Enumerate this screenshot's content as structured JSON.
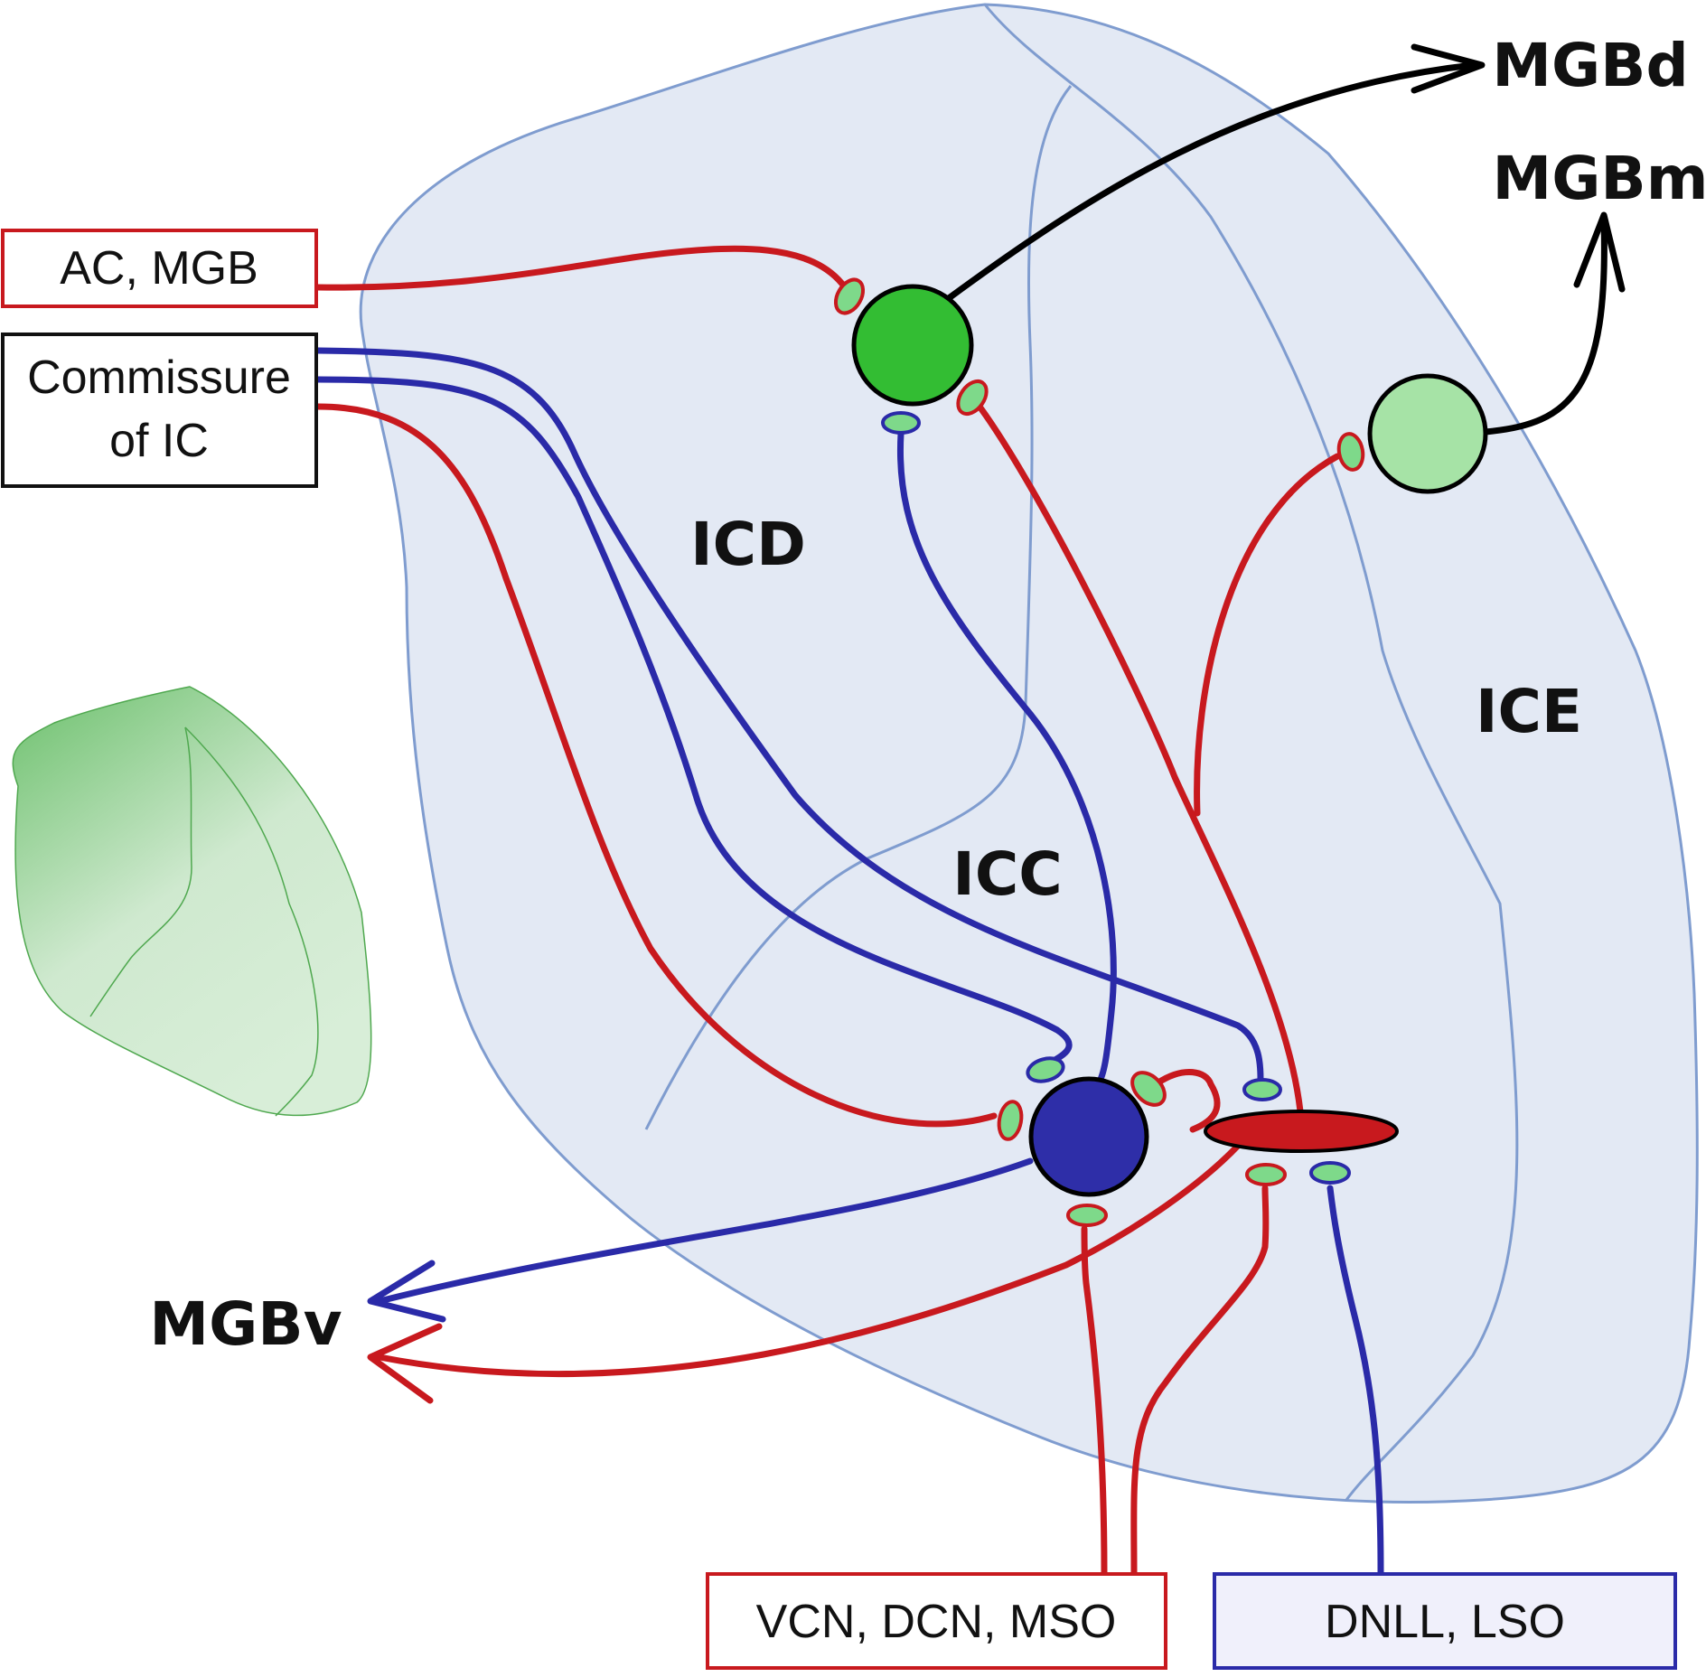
{
  "colors": {
    "excitatory": "#c8191e",
    "inhibitory": "#2a2aa8",
    "output": "#000000",
    "region_fill": "#e3e9f4",
    "region_stroke": "#7f9ccf",
    "terminal_fill": "#7ed98a",
    "neuron_icd": "#33bd33",
    "neuron_ice": "#a6e3a6",
    "neuron_icc": "#2e2ea8",
    "neuron_red": "#c8191e",
    "inset_fill": "#8fd08f",
    "box_dnll_fill": "#f0f0fb"
  },
  "regions": {
    "icd_label": "ICD",
    "icc_label": "ICC",
    "ice_label": "ICE"
  },
  "outputs": {
    "mgbd_label": "MGBd",
    "mgbm_label": "MGBm",
    "mgbv_label": "MGBv"
  },
  "input_boxes": {
    "ac_mgb": "AC, MGB",
    "commissure_line1": "Commissure",
    "commissure_line2": "of IC",
    "vcn_dcn_mso": "VCN, DCN, MSO",
    "dnll_lso": "DNLL, LSO"
  }
}
